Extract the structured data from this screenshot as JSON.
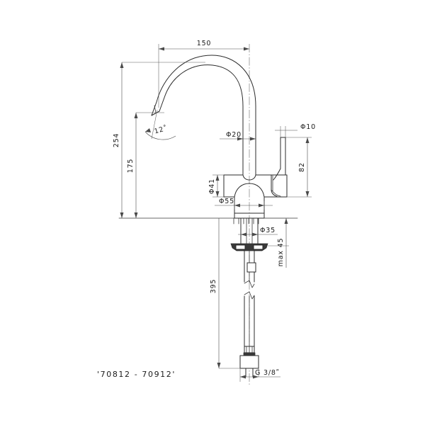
{
  "drawing": {
    "title": "Faucet technical drawing",
    "subject": "single-lever basin mixer tap, side elevation with dimensions",
    "units": "mm",
    "model_label": "'70812  -  70912'",
    "background_color": "#ffffff",
    "line_color": "#2b2b2b",
    "dim_line_color": "#4a4a4a",
    "center_line_color": "#6a6a6a"
  },
  "dimensions": {
    "spout_reach": {
      "value": "150",
      "orientation": "horizontal",
      "position": "top",
      "description": "horizontal spout reach from centerline to spout outlet"
    },
    "total_height": {
      "value": "254",
      "orientation": "vertical",
      "position": "far-left",
      "description": "overall height from counter to top of spout arc"
    },
    "spout_outlet_height": {
      "value": "175",
      "orientation": "vertical",
      "position": "left",
      "description": "height of spout outlet above counter"
    },
    "spout_angle": {
      "value": "12",
      "symbol": "˚",
      "display": "12˚",
      "orientation": "angular",
      "description": "spout outlet tilt angle"
    },
    "spout_tube_dia": {
      "value": "Φ20",
      "orientation": "horizontal",
      "description": "spout riser tube diameter"
    },
    "handle_dia": {
      "value": "Φ10",
      "orientation": "horizontal",
      "description": "lever handle rod diameter"
    },
    "handle_height": {
      "value": "82",
      "orientation": "vertical",
      "position": "right",
      "description": "lever handle top height above body base"
    },
    "body_dia": {
      "value": "Φ41",
      "orientation": "vertical",
      "position": "left-of-body",
      "description": "main body cylinder diameter"
    },
    "base_dia": {
      "value": "Φ55",
      "orientation": "horizontal",
      "description": "base escutcheon diameter"
    },
    "shank_dia": {
      "value": "Φ35",
      "orientation": "horizontal",
      "description": "threaded mounting shank diameter"
    },
    "max_counter_thickness": {
      "value": "max 45",
      "orientation": "vertical",
      "position": "right",
      "description": "maximum counter top thickness"
    },
    "hose_length": {
      "value": "395",
      "orientation": "vertical",
      "position": "left-of-hose",
      "description": "flexible hose length to connector"
    },
    "thread_size": {
      "value": "G  3/8ʺ",
      "orientation": "horizontal",
      "position": "bottom",
      "description": "inlet connector thread size"
    }
  },
  "annotations": {
    "break_symbol_count": 2,
    "break_symbol_name": "hose-break-symbol",
    "hatched_counter": true
  }
}
